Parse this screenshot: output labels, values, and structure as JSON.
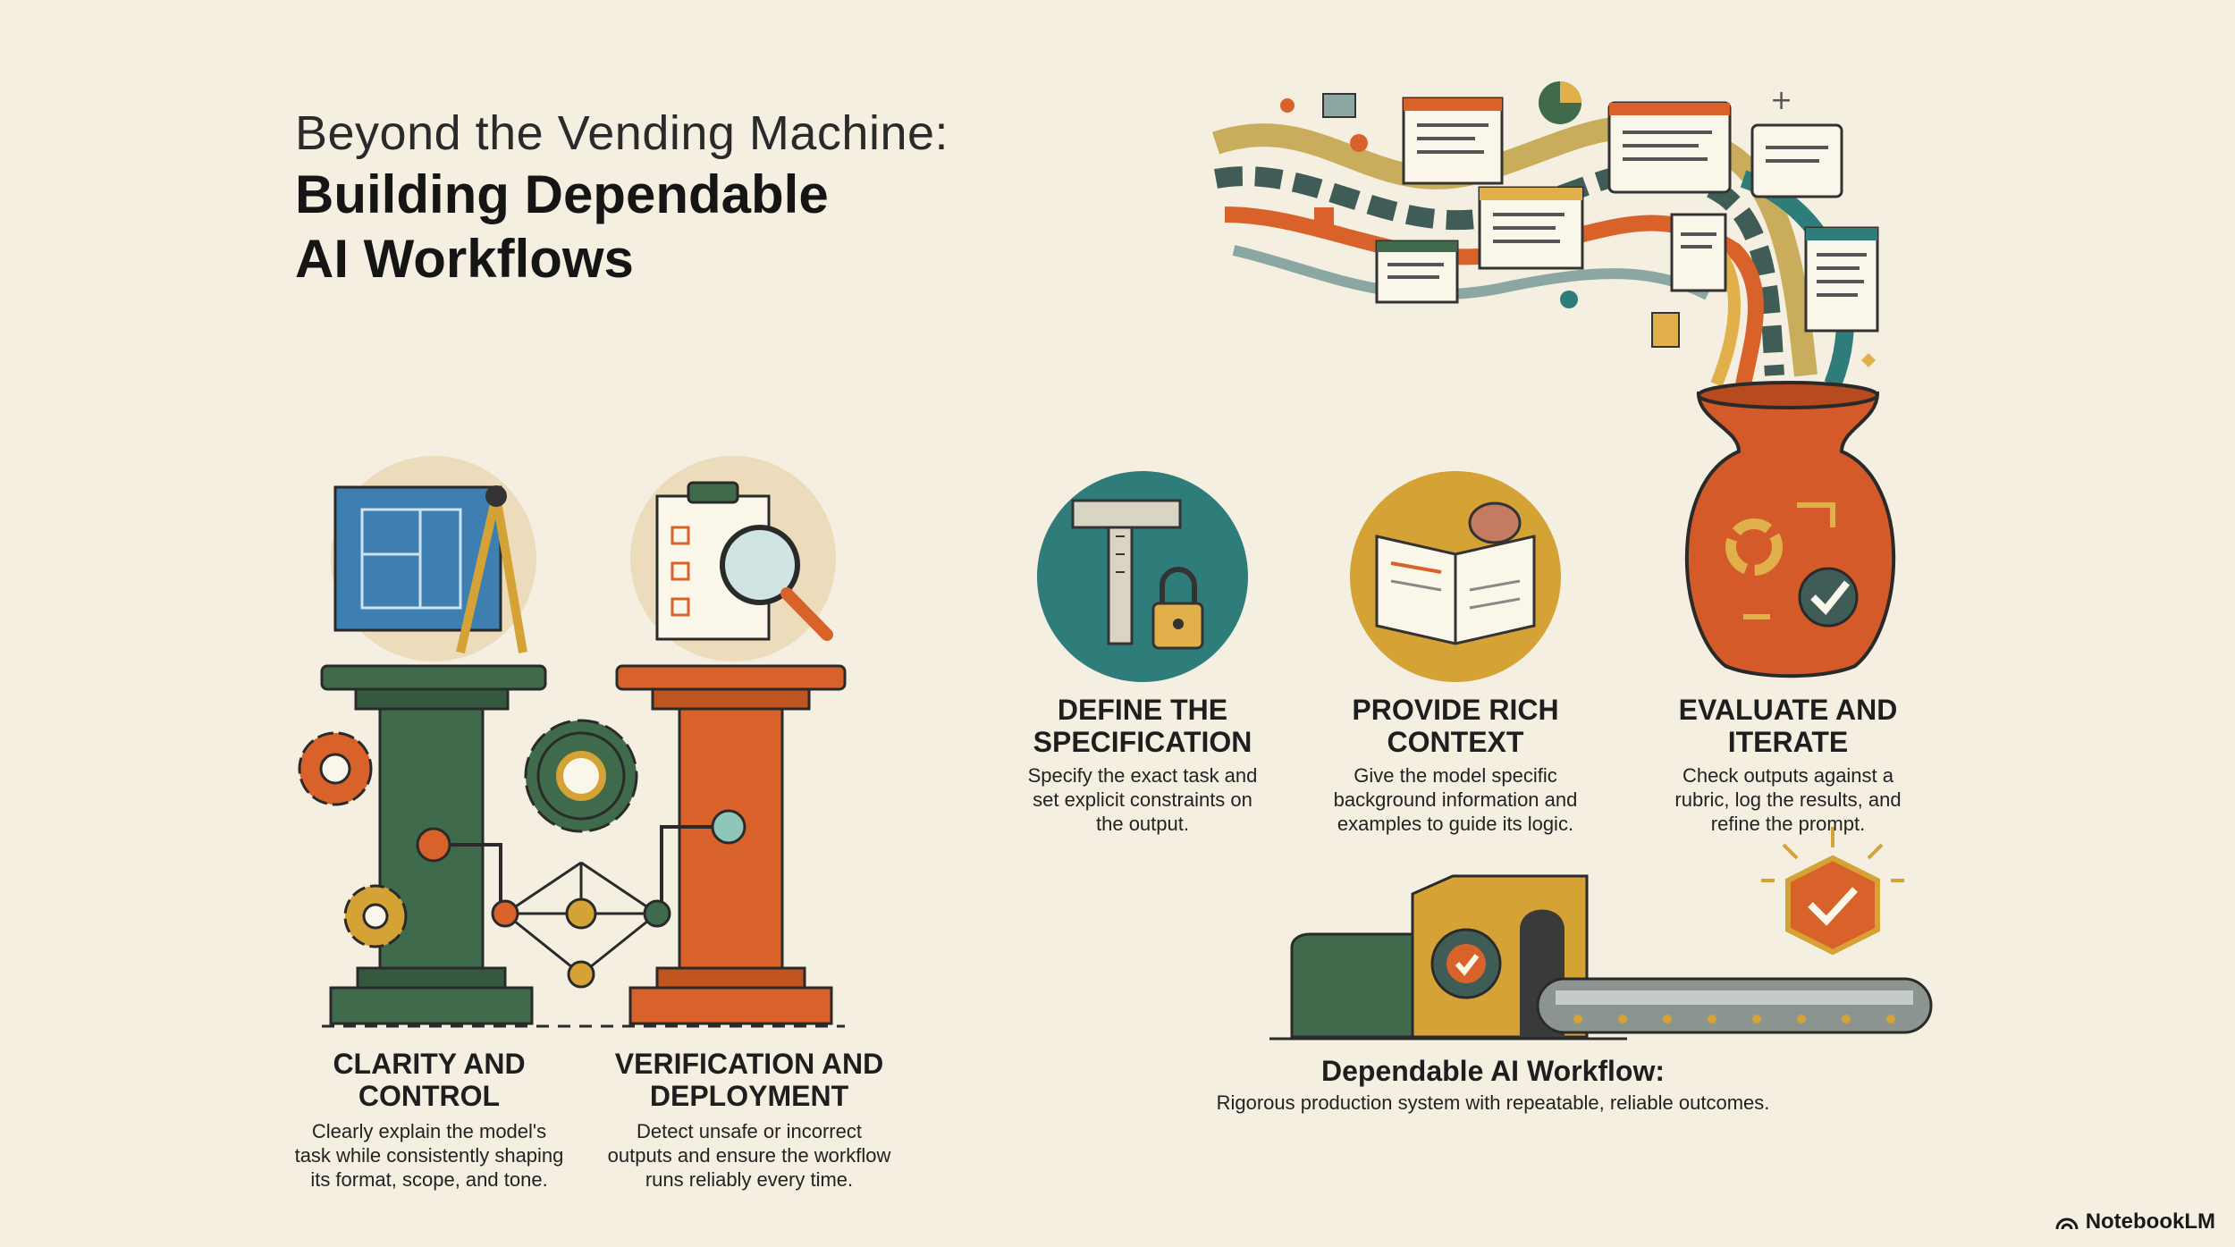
{
  "title": {
    "line1": "Beyond the Vending Machine:",
    "line2": "Building Dependable",
    "line3": "AI Workflows"
  },
  "pillars": [
    {
      "heading_1": "CLARITY AND",
      "heading_2": "CONTROL",
      "desc_1": "Clearly explain the model's",
      "desc_2": "task while consistently shaping",
      "desc_3": "its format, scope, and tone."
    },
    {
      "heading_1": "VERIFICATION AND",
      "heading_2": "DEPLOYMENT",
      "desc_1": "Detect unsafe or incorrect",
      "desc_2": "outputs and ensure the workflow",
      "desc_3": "runs reliably every time."
    }
  ],
  "steps": [
    {
      "heading_1": "DEFINE THE",
      "heading_2": "SPECIFICATION",
      "desc_1": "Specify the exact task and",
      "desc_2": "set explicit constraints on",
      "desc_3": "the output."
    },
    {
      "heading_1": "PROVIDE RICH",
      "heading_2": "CONTEXT",
      "desc_1": "Give the model specific",
      "desc_2": "background information and",
      "desc_3": "examples to guide its logic."
    },
    {
      "heading_1": "EVALUATE AND",
      "heading_2": "ITERATE",
      "desc_1": "Check outputs against a",
      "desc_2": "rubric, log the results, and",
      "desc_3": "refine the prompt."
    }
  ],
  "workflow": {
    "heading": "Dependable AI Workflow:",
    "desc": "Rigorous production system with repeatable, reliable outcomes."
  },
  "brand": "NotebookLM",
  "colors": {
    "background": "#f4efe1",
    "green": "#3f6b4c",
    "orange": "#d9622b",
    "teal": "#2f7d7a",
    "mustard": "#d4a235",
    "blueprint": "#3c7fb0"
  }
}
